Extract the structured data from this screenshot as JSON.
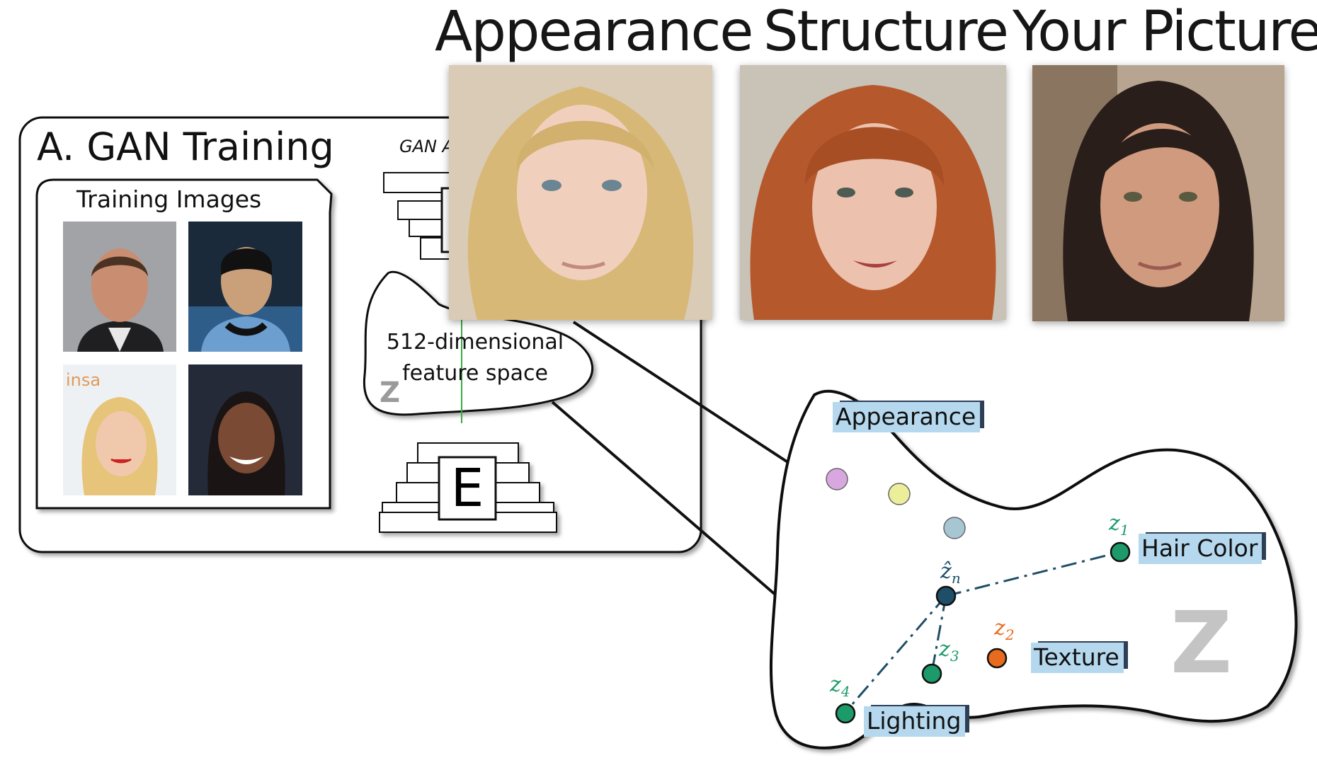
{
  "headers": {
    "appearance": "Appearance",
    "structure": "Structure",
    "picture": "Your Picture"
  },
  "gan_panel": {
    "title": "A. GAN Training",
    "training_title": "Training Images",
    "arch_label": "GAN A",
    "feature_line1": "512-dimensional",
    "feature_line2": "feature space",
    "space_symbol": "Z",
    "encoder_letter": "E"
  },
  "latent_space": {
    "space_symbol": "Z",
    "labels": {
      "appearance": "Appearance",
      "hair": "Hair Color",
      "texture": "Texture",
      "lighting": "Lighting"
    },
    "points": {
      "zn": "ẑ",
      "zn_sub": "n",
      "z1": "z",
      "z1_sub": "1",
      "z2": "z",
      "z2_sub": "2",
      "z3": "z",
      "z3_sub": "3",
      "z4": "z",
      "z4_sub": "4"
    }
  },
  "colors": {
    "dot_violet": "#d9a7e0",
    "dot_yellow": "#ecee9a",
    "dot_blue": "#a7c6d3",
    "dot_green": "#1c9a6a",
    "dot_orange": "#e86a1e",
    "dot_navy": "#1f4e68",
    "label_bg": "#b5d8ee"
  }
}
